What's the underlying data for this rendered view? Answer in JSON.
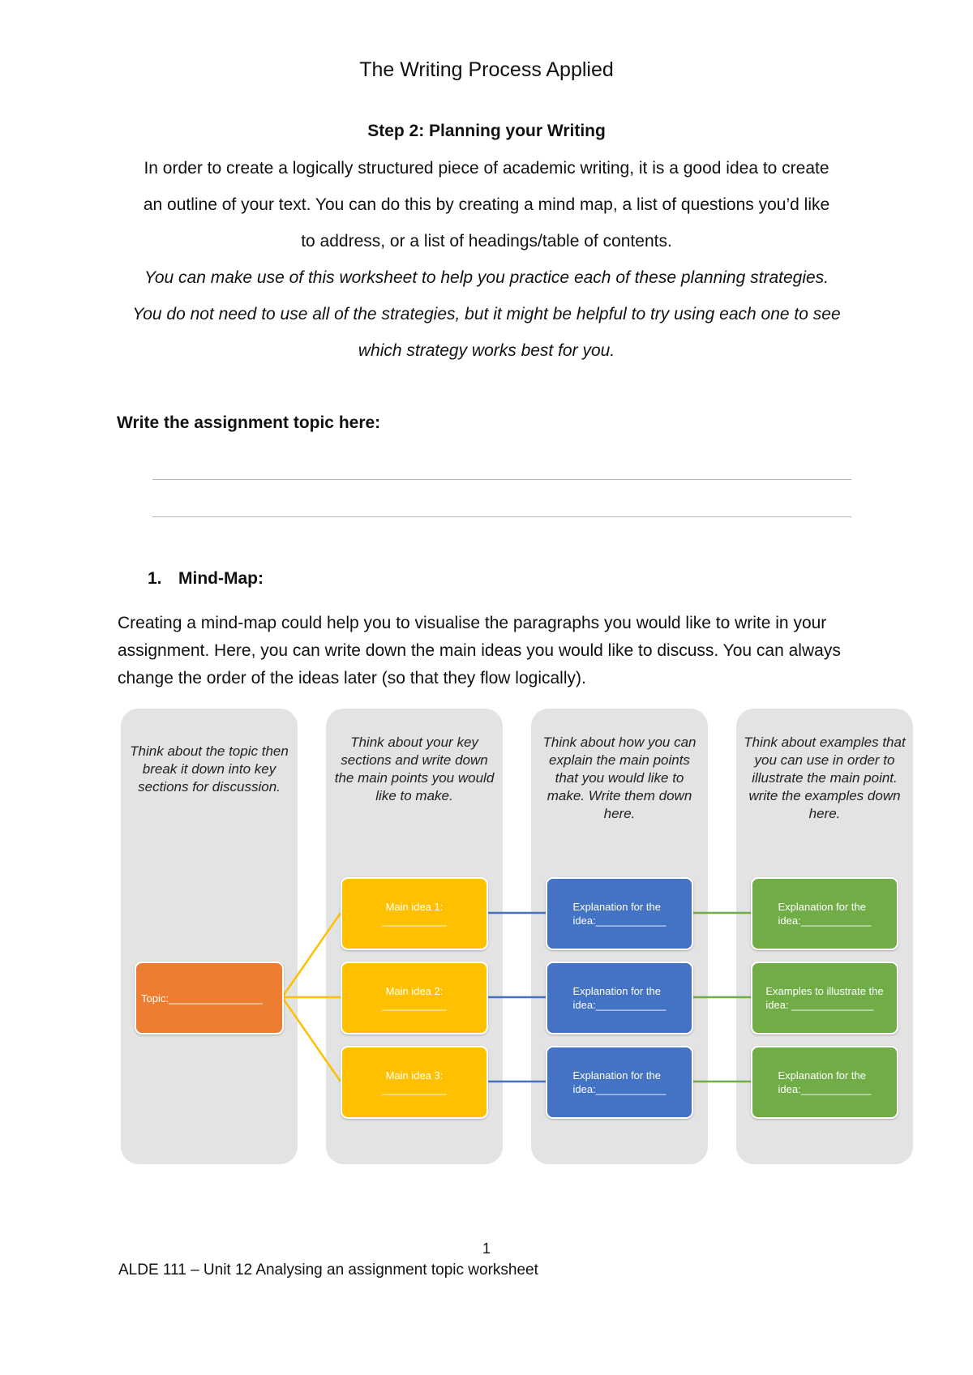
{
  "title": "The Writing Process Applied",
  "step_heading": "Step 2: Planning your Writing",
  "intro": [
    "In order to create a logically structured piece of academic writing, it is a good idea to create",
    "an outline of your text. You can do this by creating a mind map, a list of questions you’d like",
    "to address, or a list of headings/table of contents."
  ],
  "intro_italic": [
    "You can make use of this worksheet to help you practice each of these planning strategies.",
    "You do not need to use all of the strategies, but it might be helpful to try using each one to see",
    "which strategy works best for you."
  ],
  "topic_prompt": "Write the assignment topic here:",
  "mind_map": {
    "number": "1.",
    "heading": "Mind-Map:",
    "paragraph": [
      "Creating a mind-map could help you to visualise the paragraphs you would like to write in your",
      "assignment. Here, you can write down the main ideas you would like to discuss. You can always",
      "change the order of the ideas later (so that they flow logically)."
    ],
    "columns": [
      "Think about the topic then break it down into key sections for discussion.",
      "Think about your key sections and write down the main points you would like to make.",
      "Think about how you can explain the main points that you would like to make. Write them down here.",
      "Think about examples that you can use in order to illustrate the main point. write the examples down here."
    ],
    "topic_box": {
      "label": "Topic:",
      "blank": "________________"
    },
    "main_ideas": [
      {
        "label": "Main idea 1:",
        "blank": "___________"
      },
      {
        "label": "Main idea 2:",
        "blank": "___________"
      },
      {
        "label": "Main idea 3:",
        "blank": "___________"
      }
    ],
    "explanations": [
      {
        "label": "Explanation for the",
        "line2": "idea:____________"
      },
      {
        "label": "Explanation for the",
        "line2": "idea:____________"
      },
      {
        "label": "Explanation for the",
        "line2": "idea:____________"
      }
    ],
    "examples": [
      {
        "label": "Explanation for the",
        "line2": "idea:____________"
      },
      {
        "label": "Examples to illustrate the",
        "line2": "idea: ______________"
      },
      {
        "label": "Explanation for the",
        "line2": "idea:____________"
      }
    ],
    "colors": {
      "topic": "#ed7d31",
      "main_idea": "#ffc000",
      "explanation": "#4472c4",
      "example": "#70ad47",
      "column_bg": "#e3e3e3"
    }
  },
  "footer": {
    "page_number": "1",
    "text": "ALDE 111 – Unit 12 Analysing an assignment topic worksheet"
  }
}
